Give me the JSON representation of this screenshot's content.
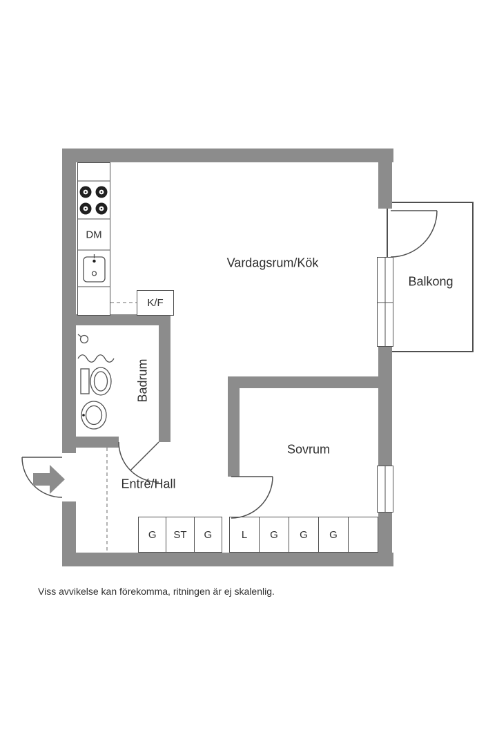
{
  "disclaimer": "Viss avvikelse kan förekomma, ritningen är ej skalenlig.",
  "rooms": {
    "living_kitchen": {
      "label": "Vardagsrum/Kök"
    },
    "balcony": {
      "label": "Balkong"
    },
    "bathroom": {
      "label": "Badrum"
    },
    "bedroom": {
      "label": "Sovrum"
    },
    "hall": {
      "label": "Entré/Hall"
    }
  },
  "kitchen": {
    "dishwasher_label": "DM",
    "fridge_freezer_label": "K/F"
  },
  "closets": {
    "hall_row": [
      "G",
      "ST",
      "G"
    ],
    "bedroom_row": [
      "L",
      "G",
      "G",
      "G",
      ""
    ]
  },
  "colors": {
    "wall": "#8c8c8c",
    "outline": "#4f4f4f",
    "text": "#2e2e2e",
    "background": "#ffffff"
  }
}
